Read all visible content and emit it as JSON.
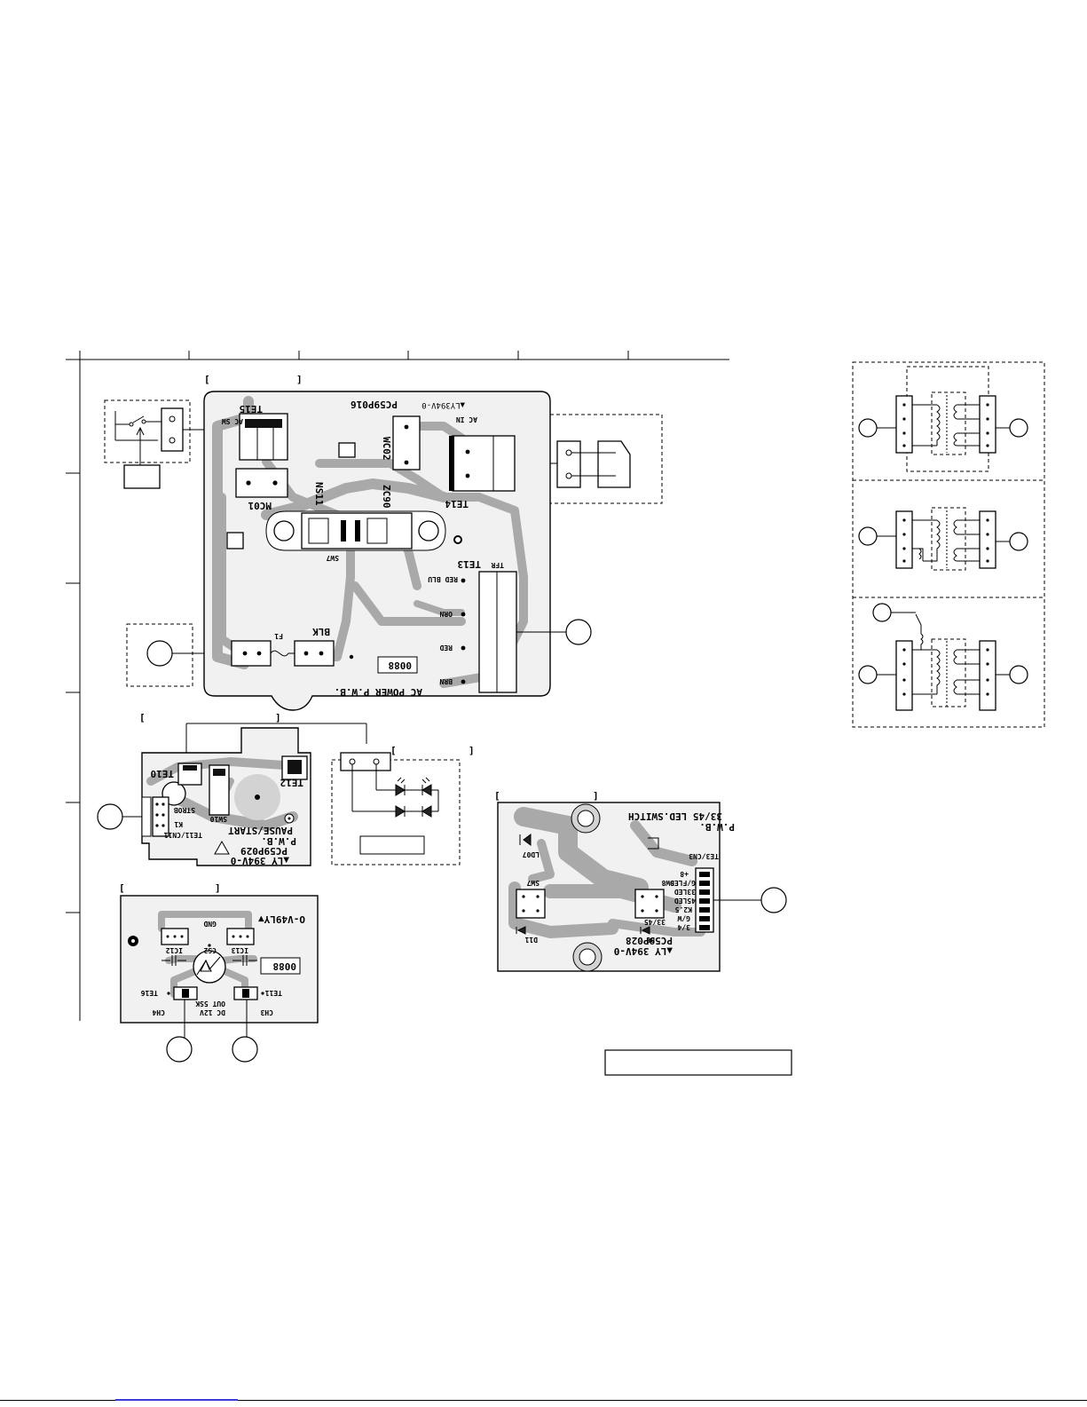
{
  "ac_power_board": {
    "title": "AC POWER P.W.B.",
    "code": "PC59P016",
    "ul_mark": "▲LY394V-0",
    "parts": {
      "te15": "TE15",
      "ac_sw": "AC SW",
      "ac_in": "AC IN",
      "wc02": "WC02",
      "mc01": "MC01",
      "ns11": "NS11",
      "zc90": "ZC90",
      "te14": "TE14",
      "te13": "TE13",
      "tfr": "TFR",
      "sw7": "SW7",
      "f1": "F1",
      "blk": "BLK",
      "code_box": "0088"
    },
    "wires": [
      "RED BLU",
      "ORN",
      "RED",
      "BRN"
    ]
  },
  "pause_board": {
    "title_line1": "PAUSE/START",
    "title_line2": "P.W.B.",
    "code": "PC59P029",
    "ul_mark": "▲LY 394V-0",
    "parts": {
      "te10": "TE10",
      "te12": "TE12",
      "sw10": "SW10",
      "strobe": "STROB",
      "k1": "K1",
      "te11_cn11": "TE11/CN11"
    }
  },
  "dc_board": {
    "ul_mark": "O-V49LY▼",
    "parts": {
      "ic12": "IC12",
      "ic13": "IC13",
      "gnd": "GND",
      "cs2": "CS2",
      "te16": "TE16",
      "te11": "TE11",
      "ch4": "CH4",
      "ch3": "CH3",
      "dc_out_top": "OUT 5SK",
      "dc_out_bot": "DC 12V",
      "code_box": "0088"
    }
  },
  "led_switch_board": {
    "title": "33/45 LED.SWITCH",
    "subtitle": "P.W.B.",
    "code": "PC59P028",
    "ul_mark": "▲LY 394V-0",
    "parts": {
      "te3_cn3": "TE3/CN3",
      "sw7": "SW7",
      "sw8": "SW8",
      "ld07": "LD07",
      "d11": "D11",
      "d8": "D8",
      "rpm_33_45": "33/45",
      "pin_labels": [
        "+8",
        "G/FLED",
        "33LED",
        "45LED",
        "K2.5",
        "G/W",
        "3/4"
      ]
    }
  },
  "colors": {
    "ink": "#000000",
    "copper": "#a9a9a9",
    "board_fill": "#f1f1f1",
    "link": "#3b3bd6"
  }
}
